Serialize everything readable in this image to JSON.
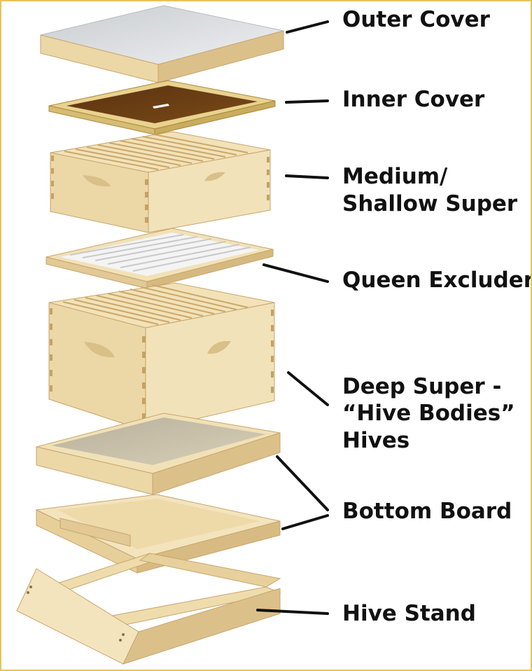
{
  "labels": {
    "outer_cover": "Outer Cover",
    "inner_cover": "Inner Cover",
    "medium_super_line1": "Medium/",
    "medium_super_line2": "Shallow Super",
    "queen_excluder": "Queen Excluder",
    "deep_super_line1": "Deep Super -",
    "deep_super_line2": "“Hive Bodies”",
    "deep_super_line3": "Hives",
    "bottom_board": "Bottom Board",
    "hive_stand": "Hive Stand"
  },
  "colors": {
    "wood_top": "#f6e8c6",
    "wood_front": "#ecd7a6",
    "wood_side": "#dcc08a",
    "wood_edge": "#c7a56b",
    "metal": "#d9dcde",
    "inner_dark": "#6b3d12",
    "excluder_grid": "#eaeaea",
    "label_text": "#111111",
    "leader_line": "#111111",
    "border": "#e6c35c"
  }
}
